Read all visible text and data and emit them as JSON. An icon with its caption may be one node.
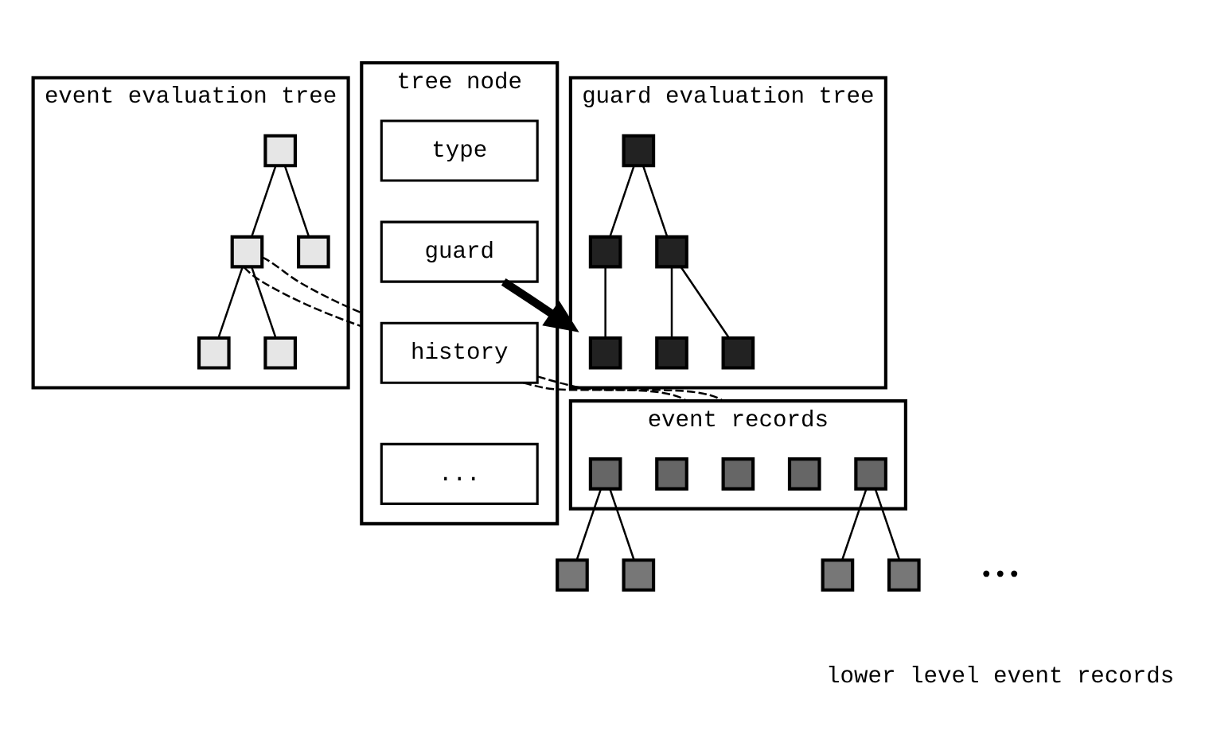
{
  "diagram": {
    "nodes": [
      {
        "text": [
          "event evaluation tree"
        ]
      },
      {
        "text": [],
        "shape": "box",
        "in": 0
      },
      {
        "text": [],
        "shape": "box",
        "in": 0
      },
      {
        "text": [],
        "shape": "box",
        "in": 0
      },
      {
        "text": [],
        "shape": "box",
        "in": 0
      },
      {
        "text": [],
        "shape": "box",
        "in": 0
      },
      {
        "text": [
          "guard evaluation tree"
        ]
      },
      {
        "text": [],
        "shape": "box",
        "in": 6
      },
      {
        "text": [],
        "shape": "box",
        "in": 6
      },
      {
        "text": [],
        "shape": "box",
        "in": 6
      },
      {
        "text": [],
        "shape": "box",
        "in": 6
      },
      {
        "text": [],
        "shape": "box",
        "in": 6
      },
      {
        "text": [],
        "shape": "box",
        "in": 6
      },
      {
        "text": [
          "tree node"
        ]
      },
      {
        "text": [
          "type"
        ],
        "in": 13
      },
      {
        "text": [
          "guard"
        ],
        "in": 13
      },
      {
        "text": [
          "history"
        ],
        "in": 13
      },
      {
        "text": [
          "..."
        ],
        "in": 13
      },
      {
        "text": [
          "event records"
        ]
      },
      {
        "text": [],
        "shape": "box",
        "in": 18
      },
      {
        "text": [],
        "shape": "box",
        "in": 18
      },
      {
        "text": [],
        "shape": "box",
        "in": 18
      },
      {
        "text": [],
        "shape": "box",
        "in": 18
      },
      {
        "text": [],
        "shape": "box",
        "in": 18
      },
      {
        "text": [],
        "shape": "box"
      },
      {
        "text": [],
        "shape": "box"
      },
      {
        "text": [],
        "shape": "box"
      },
      {
        "text": [],
        "shape": "box"
      }
    ],
    "edges": [
      {
        "from": 1,
        "to": 2,
        "arrow": "none"
      },
      {
        "from": 1,
        "to": 3,
        "arrow": "none"
      },
      {
        "from": 2,
        "to": 4,
        "arrow": "none"
      },
      {
        "from": 2,
        "to": 5,
        "arrow": "none"
      },
      {
        "from": 7,
        "to": 8,
        "arrow": "none"
      },
      {
        "from": 7,
        "to": 9,
        "arrow": "none"
      },
      {
        "from": 8,
        "to": 10,
        "arrow": "none"
      },
      {
        "from": 9,
        "to": 11,
        "arrow": "none"
      },
      {
        "from": 9,
        "to": 12,
        "arrow": "none"
      },
      {
        "from": 2,
        "to": 13,
        "arrow": "none",
        "style": "dashed"
      },
      {
        "from": 2,
        "to": 13,
        "arrow": "none",
        "style": "dashed"
      },
      {
        "from": 15,
        "to": 6,
        "arrow": "to",
        "style": "thick"
      },
      {
        "from": 16,
        "to": 18,
        "arrow": "none",
        "style": "dashed"
      },
      {
        "from": 16,
        "to": 18,
        "arrow": "none",
        "style": "dashed"
      },
      {
        "from": 19,
        "to": 24,
        "arrow": "none"
      },
      {
        "from": 19,
        "to": 25,
        "arrow": "none"
      },
      {
        "from": 23,
        "to": 26,
        "arrow": "none"
      },
      {
        "from": 23,
        "to": 27,
        "arrow": "none"
      }
    ],
    "labels": [
      "•••",
      "lower level event records"
    ]
  }
}
